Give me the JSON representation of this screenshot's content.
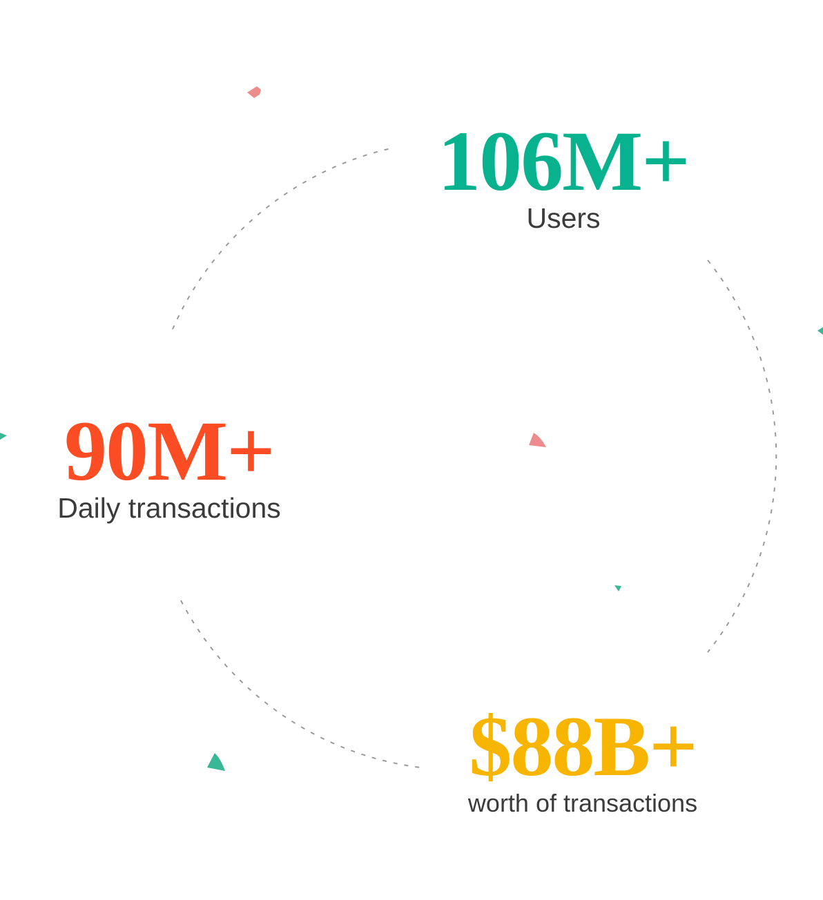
{
  "stats": [
    {
      "value": "106M+",
      "label": "Users",
      "color": "#08b28e"
    },
    {
      "value": "90M+",
      "label": "Daily transactions",
      "color": "#fc4c23"
    },
    {
      "value": "$88B+",
      "label": "worth of transactions",
      "color": "#f7b500"
    }
  ],
  "decor_colors": {
    "pink": "#ec8c8c",
    "teal": "#3ab795",
    "dash": "#9a9a9a"
  }
}
